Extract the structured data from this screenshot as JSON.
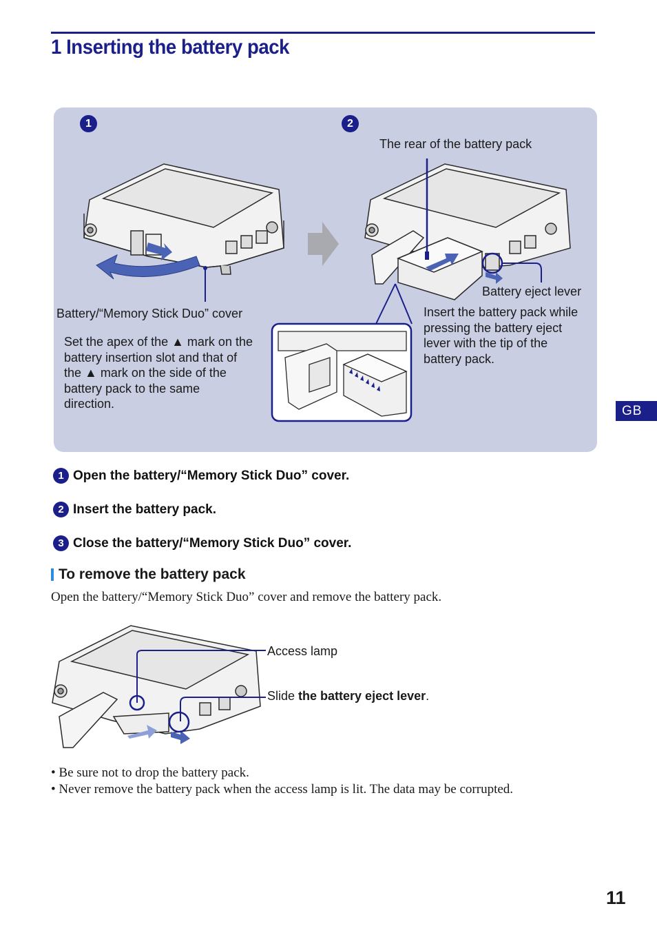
{
  "header": {
    "title": "1  Inserting the battery pack"
  },
  "panel": {
    "marker_1": "1",
    "marker_2": "2",
    "label_rear": "The rear of the battery pack",
    "label_eject_lever": "Battery eject lever",
    "label_cover": "Battery/“Memory Stick Duo” cover",
    "caption_apex": [
      "Set the apex of the ▲ mark on the",
      "battery insertion slot and that of",
      "the ▲ mark on the side of the",
      "battery pack to the same",
      "direction."
    ],
    "caption_insert": [
      "Insert the battery pack while",
      "pressing the battery eject",
      "lever with the tip of the",
      "battery pack."
    ]
  },
  "steps": [
    {
      "num": "1",
      "text": "Open the battery/“Memory Stick Duo” cover."
    },
    {
      "num": "2",
      "text": "Insert the battery pack."
    },
    {
      "num": "3",
      "text": "Close the battery/“Memory Stick Duo” cover."
    }
  ],
  "remove": {
    "heading": "To remove the battery pack",
    "body": "Open the battery/“Memory Stick Duo” cover and remove the battery pack.",
    "label_access_lamp": "Access lamp",
    "label_slide_prefix": "Slide ",
    "label_slide_bold": "the battery eject lever",
    "label_slide_suffix": "."
  },
  "notes": [
    "• Be sure not to drop the battery pack.",
    "• Never remove the battery pack when the access lamp is lit. The data may be corrupted."
  ],
  "side_tab": "GB",
  "page_number": "11",
  "colors": {
    "brand": "#1b1f8a",
    "panel": "#c9cee3",
    "arrow": "#4a63b5",
    "accent": "#2f8be0"
  }
}
